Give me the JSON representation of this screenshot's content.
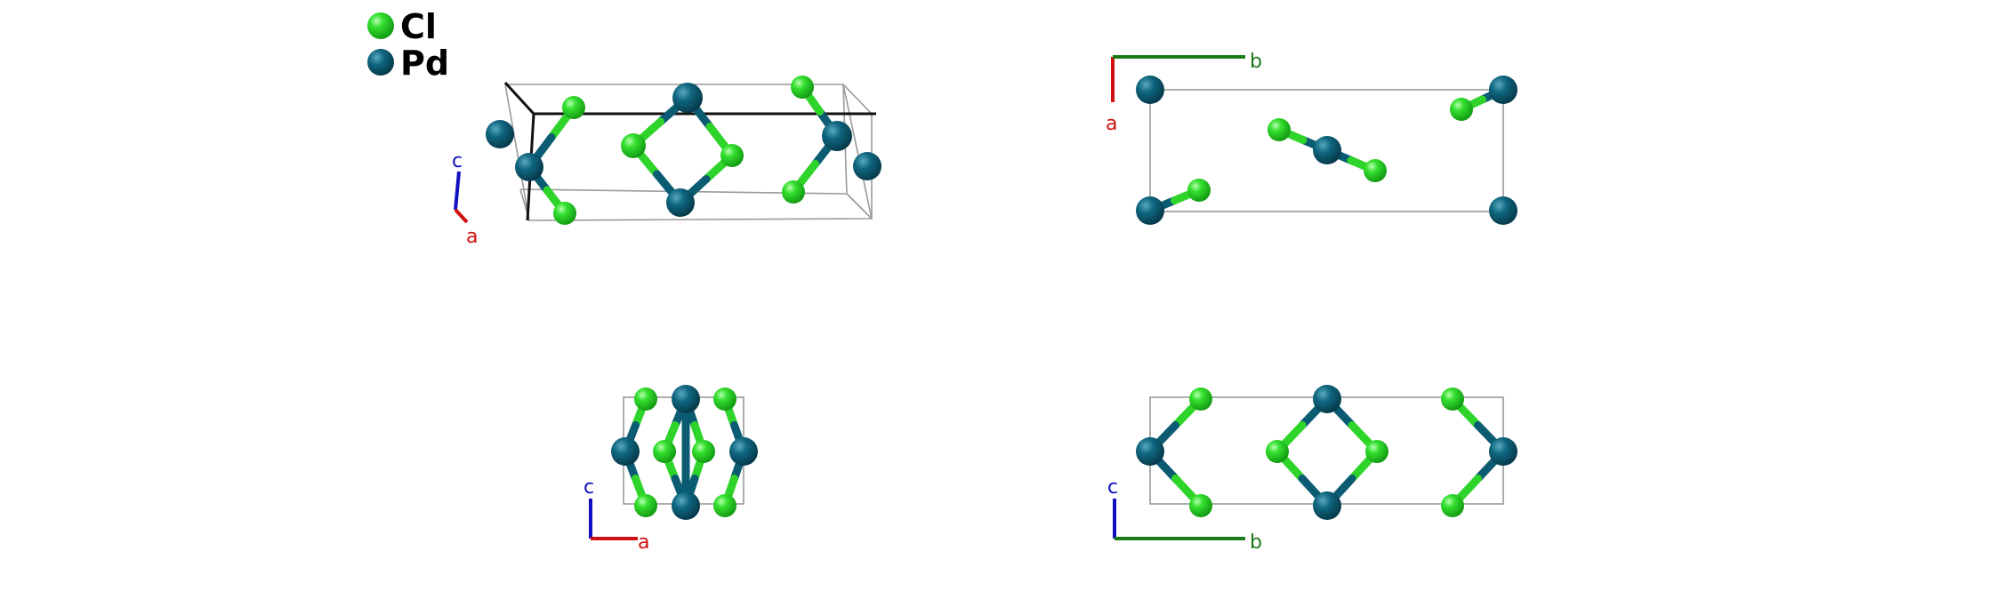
{
  "colors": {
    "Cl": "#2fd42b",
    "Pd": "#0b5c73",
    "axis_a": "#d01010",
    "axis_b": "#1a7a1a",
    "axis_c": "#1010c0"
  },
  "legend": [
    {
      "symbol": "Cl",
      "color_key": "Cl"
    },
    {
      "symbol": "Pd",
      "color_key": "Pd"
    }
  ],
  "axes": {
    "a": "a",
    "b": "b",
    "c": "c"
  },
  "views": [
    {
      "name": "perspective-view",
      "axis_labels": [
        "c",
        "a"
      ]
    },
    {
      "name": "view-along-c",
      "axis_labels": [
        "b",
        "a"
      ]
    },
    {
      "name": "view-along-b",
      "axis_labels": [
        "c",
        "a"
      ]
    },
    {
      "name": "view-along-a",
      "axis_labels": [
        "c",
        "b"
      ]
    }
  ]
}
